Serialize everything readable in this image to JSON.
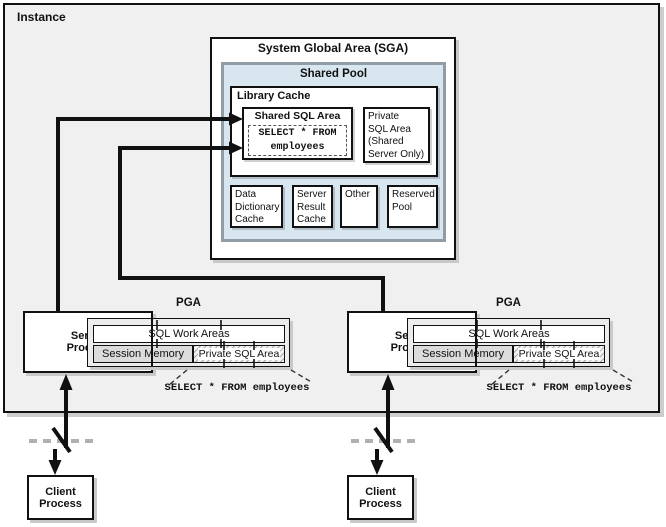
{
  "instance": {
    "label": "Instance"
  },
  "sga": {
    "title": "System Global Area (SGA)",
    "shared_pool": {
      "title": "Shared Pool",
      "library_cache": {
        "title": "Library Cache",
        "shared_sql_area": {
          "title": "Shared SQL Area",
          "sql_statement": "SELECT * FROM\nemployees"
        },
        "private_sql_area_label": "Private\nSQL Area\n(Shared\nServer Only)"
      },
      "sub_caches": [
        "Data\nDictionary\nCache",
        "Server\nResult\nCache",
        "Other",
        "Reserved\nPool"
      ]
    }
  },
  "pga": {
    "label": "PGA",
    "sql_work_areas": "SQL Work Areas",
    "session_memory": "Session Memory",
    "private_sql_area": "Private SQL Area",
    "callout_sql": "SELECT * FROM employees"
  },
  "processes": {
    "server": "Server\nProcess",
    "client": "Client\nProcess"
  },
  "colors": {
    "instance_fill": "#f0f0f0",
    "shared_pool_fill": "#d8e6ef",
    "shared_pool_border": "#909ca6",
    "pga_fill": "#ececec",
    "session_memory_fill": "#dcdcdc",
    "line_color": "#111111",
    "shadow": "#c9c9c9"
  }
}
